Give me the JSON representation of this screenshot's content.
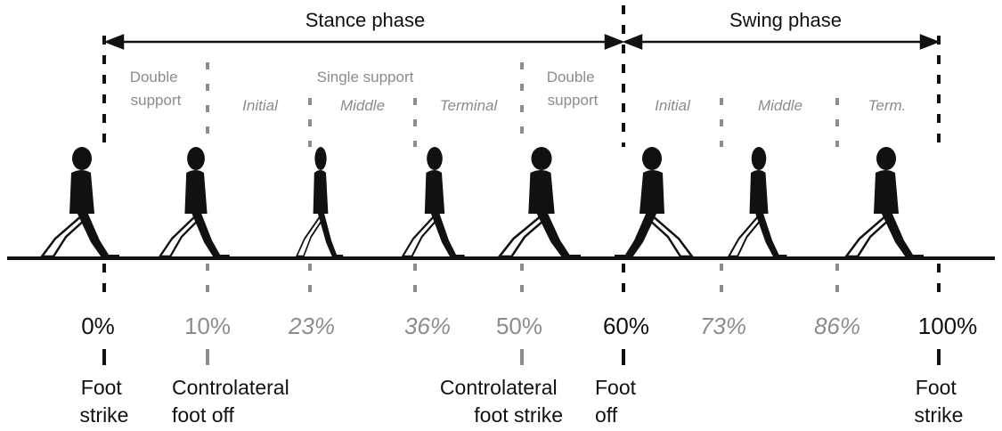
{
  "phases": {
    "stance": "Stance phase",
    "swing": "Swing phase"
  },
  "subphases": {
    "double_support_1": [
      "Double",
      "support"
    ],
    "single_support": "Single support",
    "double_support_2": [
      "Double",
      "support"
    ],
    "stance_initial": "Initial",
    "stance_middle": "Middle",
    "stance_terminal": "Terminal",
    "swing_initial": "Initial",
    "swing_middle": "Middle",
    "swing_terminal": "Term."
  },
  "percentages": [
    "0%",
    "10%",
    "23%",
    "36%",
    "50%",
    "60%",
    "73%",
    "86%",
    "100%"
  ],
  "events": {
    "foot_strike_start": [
      "Foot",
      "strike"
    ],
    "contralateral_foot_off": [
      "Controlateral",
      "foot off"
    ],
    "contralateral_foot_strike": [
      "Controlateral",
      "foot strike"
    ],
    "foot_off": [
      "Foot",
      "off"
    ],
    "foot_strike_end": [
      "Foot",
      "strike"
    ]
  },
  "colors": {
    "primary": "#111111",
    "secondary": "#8c8c8c"
  }
}
